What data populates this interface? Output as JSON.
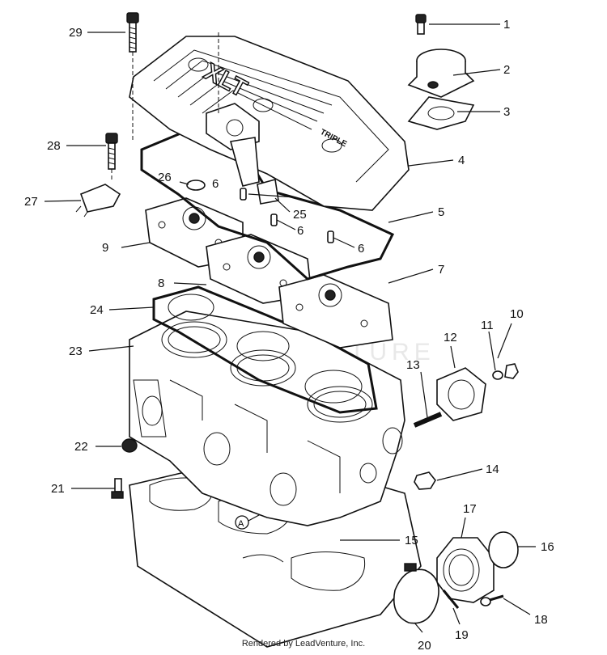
{
  "diagram": {
    "brand_text": "XLT",
    "brand_subtext": "TRIPLE",
    "marker_label": "A",
    "watermark": "LEADVENTURE",
    "callouts": [
      {
        "id": "c1",
        "label": "1"
      },
      {
        "id": "c2",
        "label": "2"
      },
      {
        "id": "c3",
        "label": "3"
      },
      {
        "id": "c4",
        "label": "4"
      },
      {
        "id": "c5",
        "label": "5"
      },
      {
        "id": "c6a",
        "label": "6"
      },
      {
        "id": "c6b",
        "label": "6"
      },
      {
        "id": "c6c",
        "label": "6"
      },
      {
        "id": "c7",
        "label": "7"
      },
      {
        "id": "c8",
        "label": "8"
      },
      {
        "id": "c9",
        "label": "9"
      },
      {
        "id": "c10",
        "label": "10"
      },
      {
        "id": "c11",
        "label": "11"
      },
      {
        "id": "c12",
        "label": "12"
      },
      {
        "id": "c13",
        "label": "13"
      },
      {
        "id": "c14",
        "label": "14"
      },
      {
        "id": "c15",
        "label": "15"
      },
      {
        "id": "c16",
        "label": "16"
      },
      {
        "id": "c17",
        "label": "17"
      },
      {
        "id": "c18",
        "label": "18"
      },
      {
        "id": "c19",
        "label": "19"
      },
      {
        "id": "c20",
        "label": "20"
      },
      {
        "id": "c21",
        "label": "21"
      },
      {
        "id": "c22",
        "label": "22"
      },
      {
        "id": "c23",
        "label": "23"
      },
      {
        "id": "c24",
        "label": "24"
      },
      {
        "id": "c25",
        "label": "25"
      },
      {
        "id": "c26",
        "label": "26"
      },
      {
        "id": "c27",
        "label": "27"
      },
      {
        "id": "c28",
        "label": "28"
      },
      {
        "id": "c29",
        "label": "29"
      }
    ]
  },
  "footer": {
    "text": "Rendered by LeadVenture, Inc."
  }
}
